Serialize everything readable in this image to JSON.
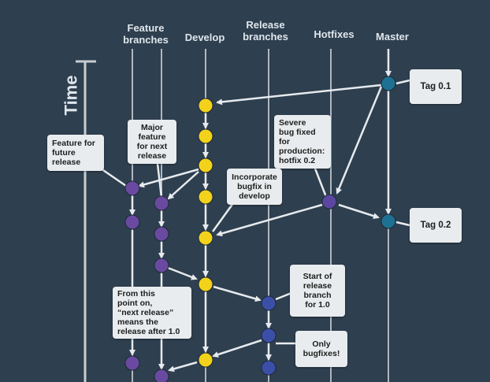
{
  "headers": {
    "feature": "Feature\nbranches",
    "develop": "Develop",
    "release": "Release\nbranches",
    "hotfixes": "Hotfixes",
    "master": "Master"
  },
  "time_label": "Time",
  "callouts": {
    "tag_01": "Tag 0.1",
    "tag_02": "Tag 0.2",
    "feature_future": "Feature for\nfuture\nrelease",
    "major_feature": "Major\nfeature\nfor next\nrelease",
    "severe_bug": "Severe\nbug fixed\nfor\nproduction:\nhotfix 0.2",
    "incorporate": "Incorporate\nbugfix in\ndevelop",
    "start_release": "Start of\nrelease\nbranch\nfor 1.0",
    "from_this_point": "From this\npoint on,\n“next release”\nmeans the\nrelease after 1.0",
    "only_bugfixes": "Only\nbugfixes!"
  },
  "colors": {
    "background": "#2e3f4f",
    "develop_commit": "#f3d21b",
    "feature_commit": "#6a4aa0",
    "release_commit": "#3c4fa8",
    "hotfix_commit": "#5c47a0",
    "master_commit": "#1e7193",
    "arrow": "#e6eaee",
    "lane_line": "#c8cdd2"
  }
}
